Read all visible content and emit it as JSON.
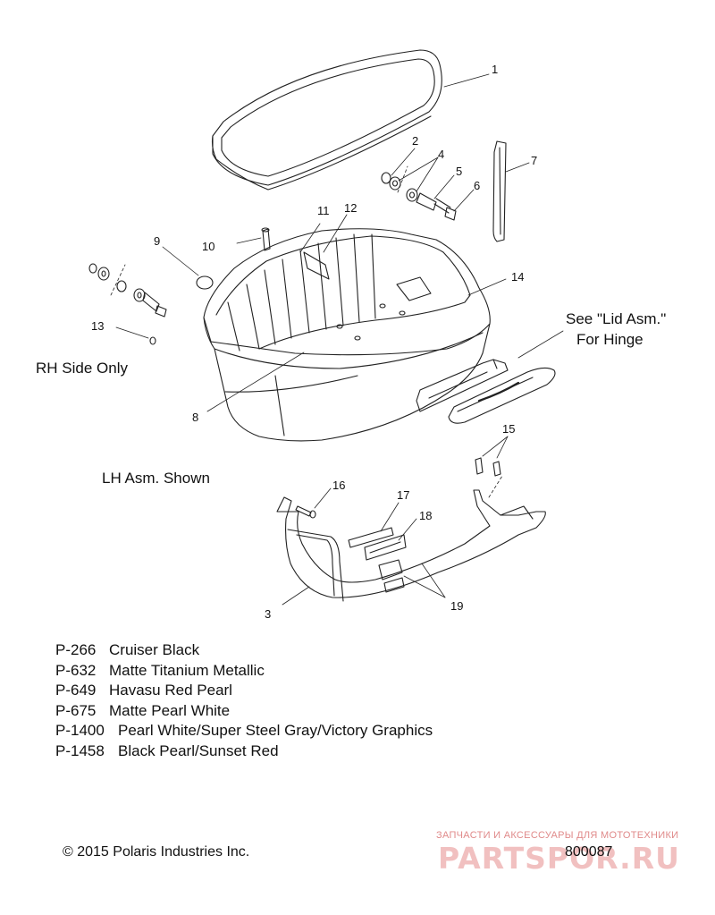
{
  "callouts": {
    "c1": "1",
    "c2": "2",
    "c3": "3",
    "c4": "4",
    "c5": "5",
    "c6": "6",
    "c7": "7",
    "c8": "8",
    "c9": "9",
    "c10": "10",
    "c11": "11",
    "c12": "12",
    "c13": "13",
    "c14": "14",
    "c15": "15",
    "c16": "16",
    "c17": "17",
    "c18": "18",
    "c19": "19"
  },
  "notes": {
    "see_lid_line1": "See \"Lid Asm.\"",
    "see_lid_line2": "For Hinge",
    "rh_side_only": "RH Side Only",
    "lh_asm_shown": "LH Asm. Shown"
  },
  "paint_codes": [
    {
      "code": "P-266",
      "name": "Cruiser Black"
    },
    {
      "code": "P-632",
      "name": "Matte Titanium Metallic"
    },
    {
      "code": "P-649",
      "name": "Havasu Red Pearl"
    },
    {
      "code": "P-675",
      "name": "Matte Pearl White"
    },
    {
      "code": "P-1400",
      "name": "Pearl White/Super Steel Gray/Victory Graphics"
    },
    {
      "code": "P-1458",
      "name": "Black Pearl/Sunset Red"
    }
  ],
  "footer": {
    "copyright": "© 2015 Polaris Industries Inc.",
    "doc_number": "800087"
  },
  "watermark": {
    "tagline": "ЗАПЧАСТИ И АКСЕССУАРЫ ДЛЯ МОТОТЕХНИКИ",
    "logo": "PARTSPOR.RU"
  },
  "colors": {
    "line": "#222222",
    "watermark": "#d64a4a"
  }
}
